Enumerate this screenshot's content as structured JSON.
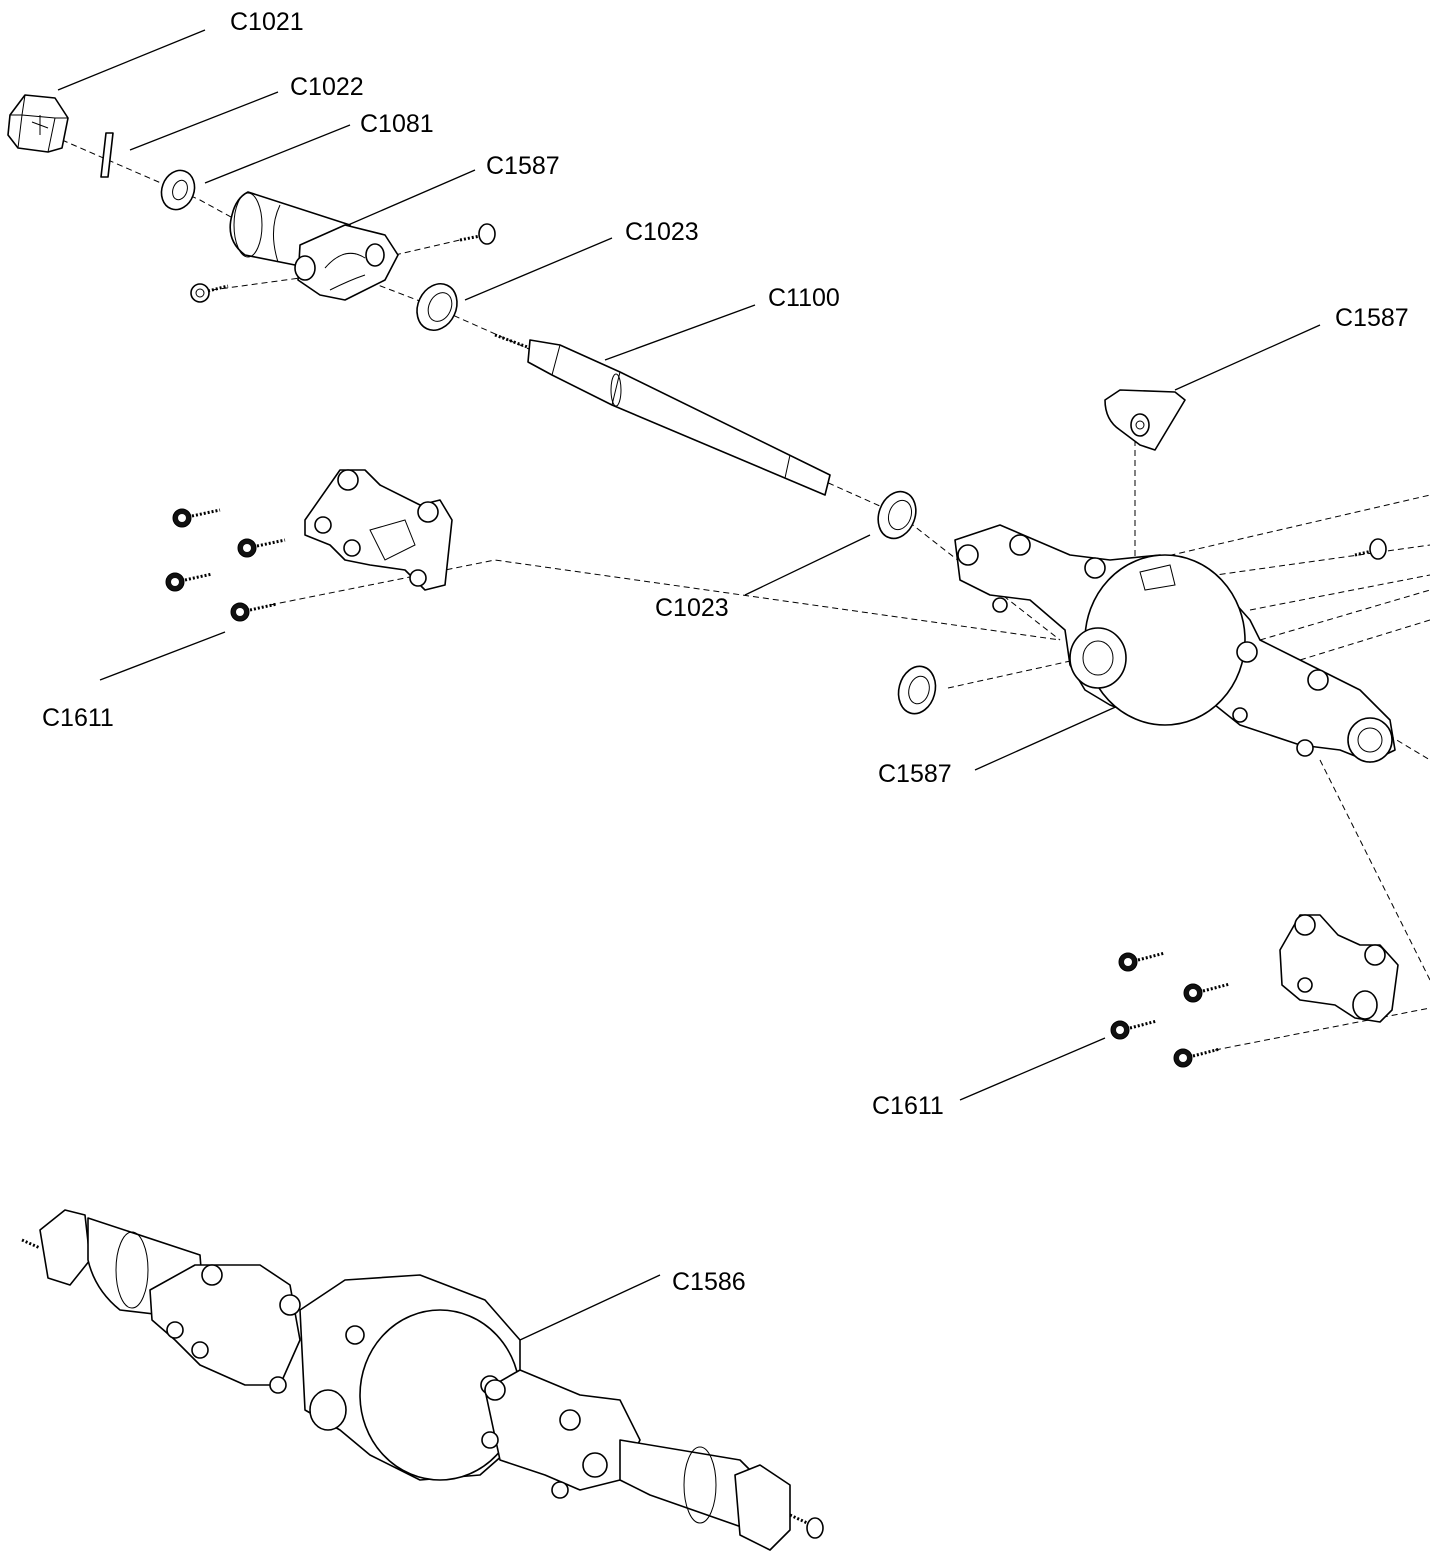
{
  "labels": {
    "c1021": "C1021",
    "c1022": "C1022",
    "c1081": "C1081",
    "c1587_top": "C1587",
    "c1023_top": "C1023",
    "c1100": "C1100",
    "c1587_right": "C1587",
    "c1023_mid": "C1023",
    "c1611_left": "C1611",
    "c1587_housing": "C1587",
    "c1611_right": "C1611",
    "c1586": "C1586"
  }
}
